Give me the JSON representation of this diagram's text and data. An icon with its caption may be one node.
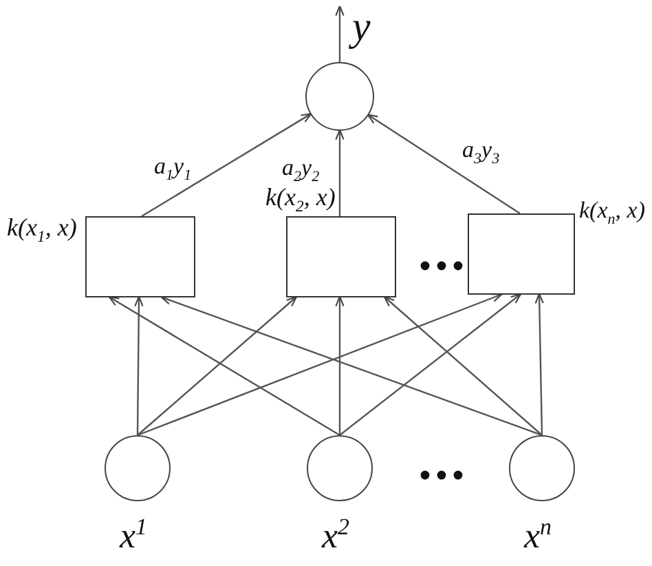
{
  "diagram": {
    "nodes": [
      {
        "text": [],
        "shape": "circle"
      },
      {
        "text": [
          "k(x$_{1}$, x)"
        ]
      },
      {
        "text": [
          "k(x$_{2}$, x)"
        ]
      },
      {
        "text": [
          "k(x$_{n}$, x)"
        ]
      },
      {
        "text": [
          "x$^{1}$"
        ]
      },
      {
        "text": [
          "x$^{2}$"
        ]
      },
      {
        "text": [
          "x$^{n}$"
        ]
      },
      {
        "text": [
          "y"
        ]
      }
    ],
    "edges": [
      {
        "from": 4,
        "to": 1,
        "arrow": "to"
      },
      {
        "from": 4,
        "to": 2,
        "arrow": "to"
      },
      {
        "from": 4,
        "to": 3,
        "arrow": "to"
      },
      {
        "from": 5,
        "to": 1,
        "arrow": "to"
      },
      {
        "from": 5,
        "to": 2,
        "arrow": "to"
      },
      {
        "from": 5,
        "to": 3,
        "arrow": "to"
      },
      {
        "from": 6,
        "to": 1,
        "arrow": "to"
      },
      {
        "from": 6,
        "to": 2,
        "arrow": "to"
      },
      {
        "from": 6,
        "to": 3,
        "arrow": "to"
      },
      {
        "from": 1,
        "to": 0,
        "label": "a$_{1}$y$_{1}$",
        "arrow": "to"
      },
      {
        "from": 2,
        "to": 0,
        "label": "a$_{2}$y$_{2}$",
        "arrow": "to"
      },
      {
        "from": 3,
        "to": 0,
        "label": "a$_{3}$y$_{3}$",
        "arrow": "to"
      },
      {
        "from": 0,
        "to": 7,
        "arrow": "to"
      }
    ]
  }
}
